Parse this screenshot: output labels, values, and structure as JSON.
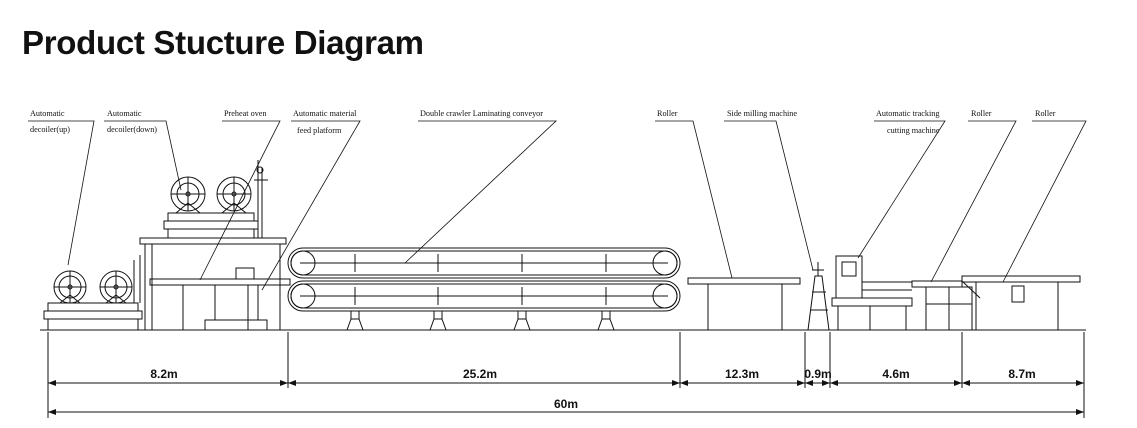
{
  "page": {
    "title": "Product Stucture Diagram"
  },
  "callouts": [
    {
      "id": "c1",
      "lines": [
        "Automatic",
        "decoiler(up)"
      ]
    },
    {
      "id": "c2",
      "lines": [
        "Automatic",
        "decoiler(down)"
      ]
    },
    {
      "id": "c3",
      "lines": [
        "Preheat oven"
      ]
    },
    {
      "id": "c4",
      "lines": [
        "Automatic material",
        "feed platform"
      ]
    },
    {
      "id": "c5",
      "lines": [
        "Double crawler Laminating conveyor"
      ]
    },
    {
      "id": "c6",
      "lines": [
        "Roller"
      ]
    },
    {
      "id": "c7",
      "lines": [
        "Side milling machine"
      ]
    },
    {
      "id": "c8",
      "lines": [
        "Automatic tracking",
        "cutting machine"
      ]
    },
    {
      "id": "c9",
      "lines": [
        "Roller"
      ]
    },
    {
      "id": "c10",
      "lines": [
        "Roller"
      ]
    }
  ],
  "dimensions": {
    "segments": [
      "8.2m",
      "25.2m",
      "12.3m",
      "0.9m",
      "4.6m",
      "8.7m"
    ],
    "total": "60m"
  }
}
